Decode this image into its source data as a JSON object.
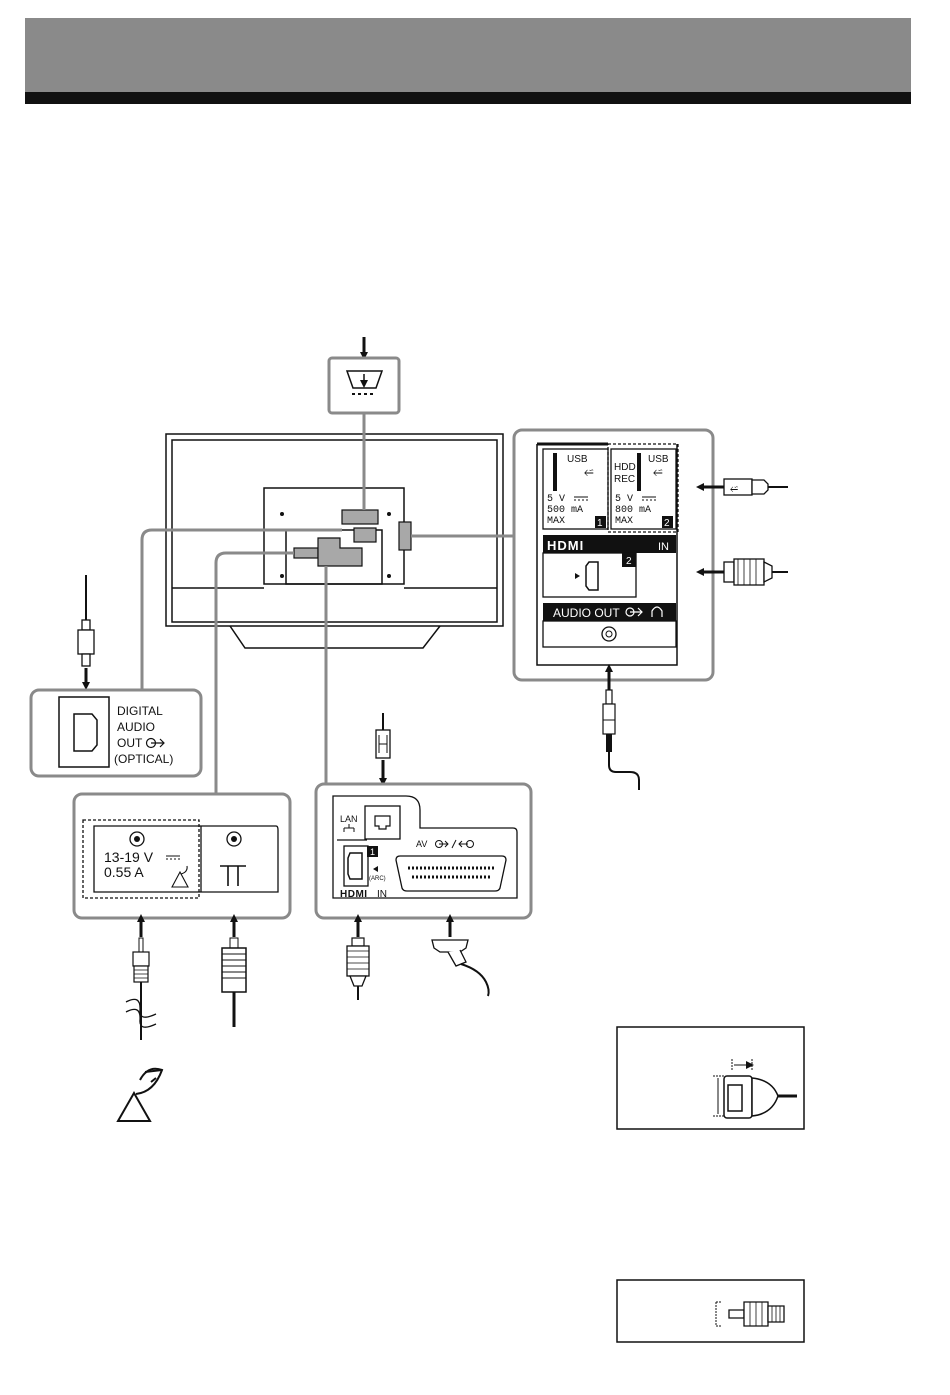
{
  "header": {
    "title": ""
  },
  "optical_panel": {
    "label_line1": "DIGITAL",
    "label_line2": "AUDIO",
    "label_line3": "OUT",
    "label_line4": "(OPTICAL)"
  },
  "side_panel": {
    "usb1": {
      "title": "USB",
      "voltage": "5 V",
      "current": "500 mA",
      "max": "MAX",
      "number": "1"
    },
    "usb2": {
      "title": "USB",
      "hdd_line1": "HDD",
      "hdd_line2": "REC",
      "voltage": "5 V",
      "current": "800 mA",
      "max": "MAX",
      "number": "2"
    },
    "hdmi": {
      "logo": "HDMI",
      "in": "IN",
      "number": "2"
    },
    "audio_out": {
      "label": "AUDIO OUT"
    }
  },
  "satellite_panel": {
    "voltage": "13-19 V",
    "current": "0.55 A"
  },
  "rear_panel": {
    "lan": "LAN",
    "hdmi_number": "1",
    "hdmi_logo": "HDMI",
    "hdmi_in": "IN",
    "arc": "(ARC)",
    "av": "AV"
  },
  "colors": {
    "header_gray": "#8a8a8a",
    "connector_gray": "#a8a8a8",
    "panel_border": "#8a8a8a",
    "black": "#111111"
  }
}
